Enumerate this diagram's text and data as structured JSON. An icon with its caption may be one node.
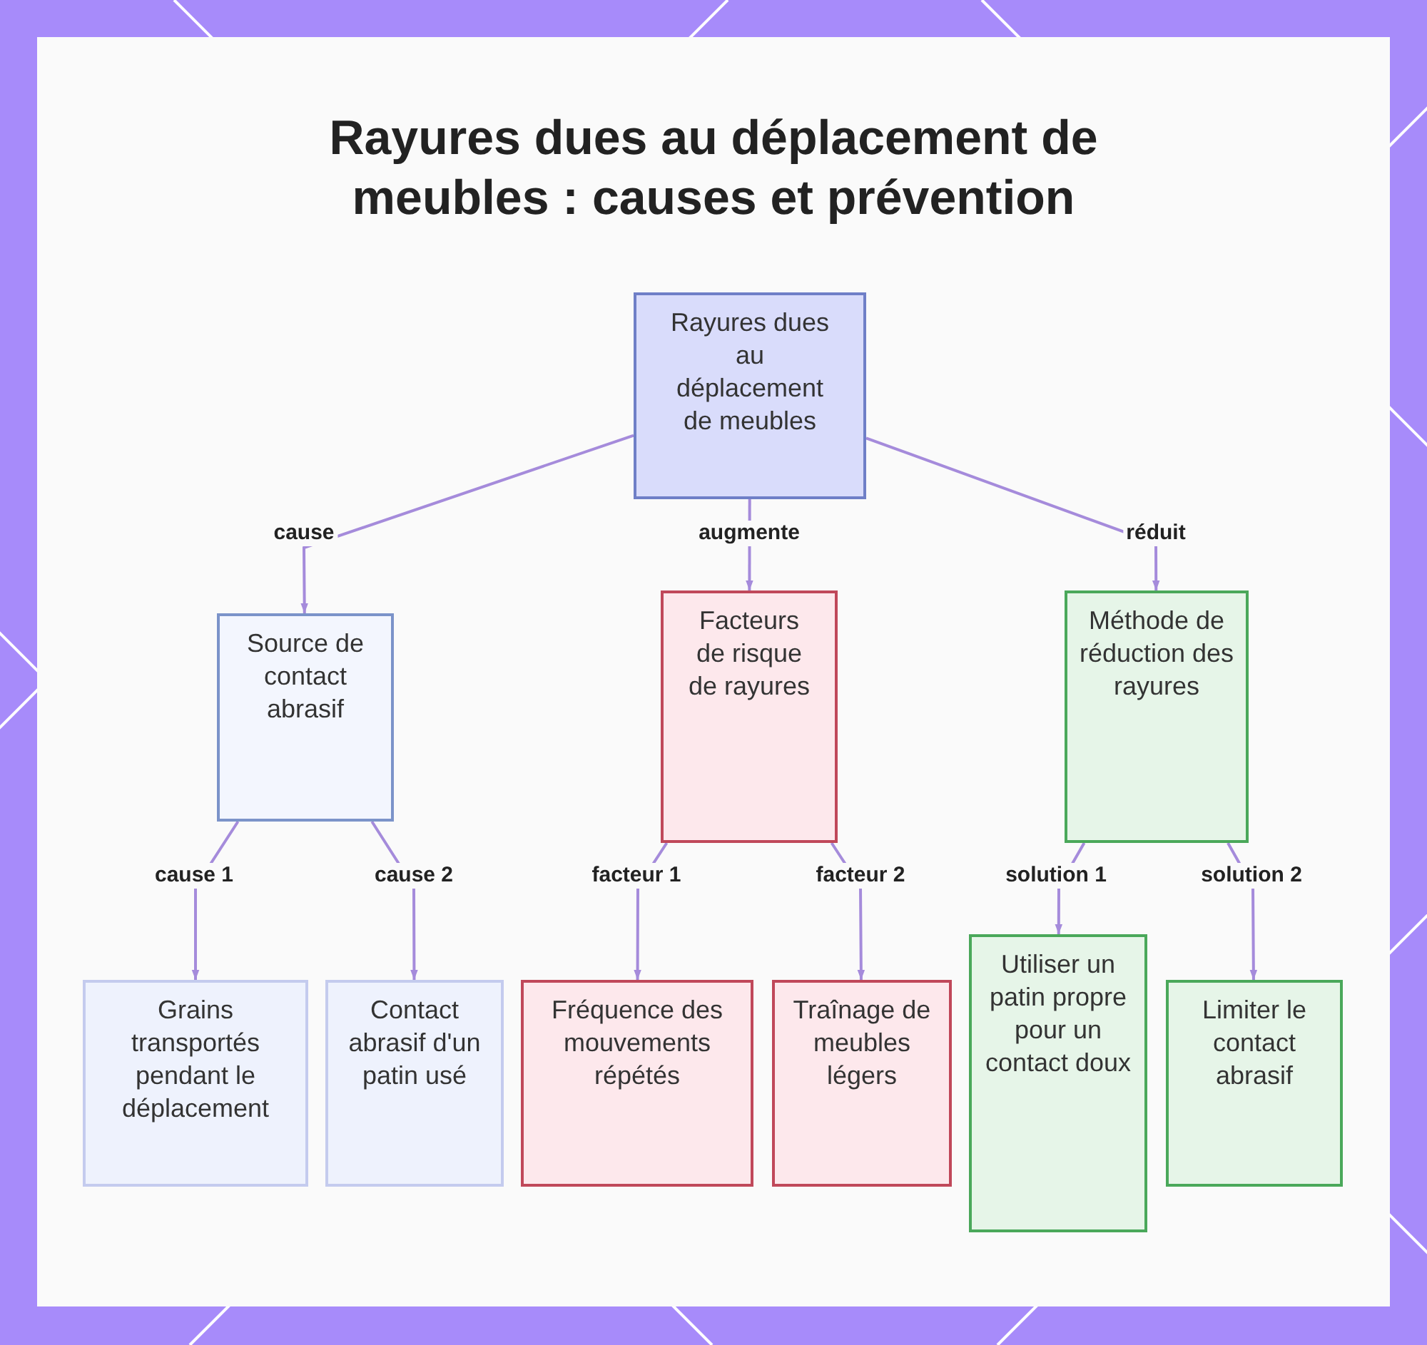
{
  "diagram": {
    "title": "Rayures dues au déplacement de meubles : causes et prévention",
    "nodes": [
      {
        "text": [
          "Rayures dues au déplacement de meubles"
        ]
      },
      {
        "text": [
          "Source de contact abrasif"
        ]
      },
      {
        "text": [
          "Facteurs de risque de rayures"
        ]
      },
      {
        "text": [
          "Méthode de réduction des rayures"
        ]
      },
      {
        "text": [
          "Grains transportés pendant le déplacement"
        ]
      },
      {
        "text": [
          "Contact abrasif d'un patin usé"
        ]
      },
      {
        "text": [
          "Fréquence des mouvements répétés"
        ]
      },
      {
        "text": [
          "Traînage de meubles légers"
        ]
      },
      {
        "text": [
          "Utiliser un patin propre pour un contact doux"
        ]
      },
      {
        "text": [
          "Limiter le contact abrasif"
        ]
      }
    ],
    "edges": [
      {
        "from": 0,
        "to": 1,
        "arrow": "to",
        "label": "cause"
      },
      {
        "from": 0,
        "to": 2,
        "arrow": "to",
        "label": "augmente"
      },
      {
        "from": 0,
        "to": 3,
        "arrow": "to",
        "label": "réduit"
      },
      {
        "from": 1,
        "to": 4,
        "arrow": "to",
        "label": "cause 1"
      },
      {
        "from": 1,
        "to": 5,
        "arrow": "to",
        "label": "cause 2"
      },
      {
        "from": 2,
        "to": 6,
        "arrow": "to",
        "label": "facteur 1"
      },
      {
        "from": 2,
        "to": 7,
        "arrow": "to",
        "label": "facteur 2"
      },
      {
        "from": 3,
        "to": 8,
        "arrow": "to",
        "label": "solution 1"
      },
      {
        "from": 3,
        "to": 9,
        "arrow": "to",
        "label": "solution 2"
      }
    ]
  }
}
